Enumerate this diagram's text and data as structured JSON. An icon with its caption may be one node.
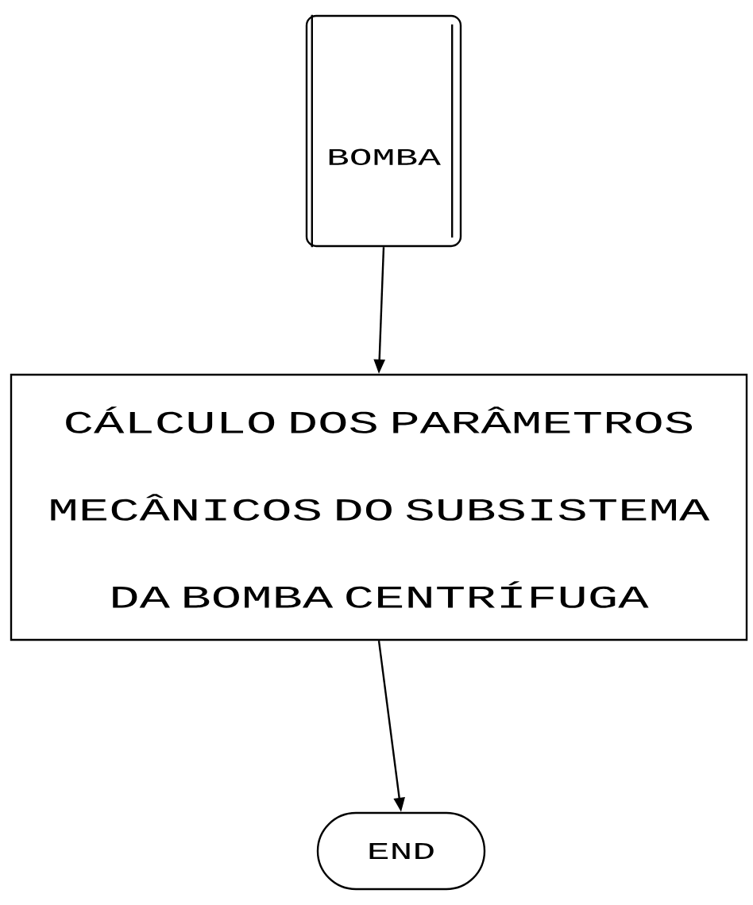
{
  "diagram": {
    "nodes": [
      {
        "text": [
          "BOMBA"
        ]
      },
      {
        "text": [
          "CÁLCULO DOS PARÂMETROS MECÂNICOS DO SUBSISTEMA DA BOMBA CENTRÍFUGA"
        ]
      },
      {
        "text": [
          "END"
        ]
      }
    ],
    "edges": [
      {
        "from": 0,
        "to": 1,
        "arrow": "to"
      },
      {
        "from": 1,
        "to": 2,
        "arrow": "to"
      }
    ]
  }
}
